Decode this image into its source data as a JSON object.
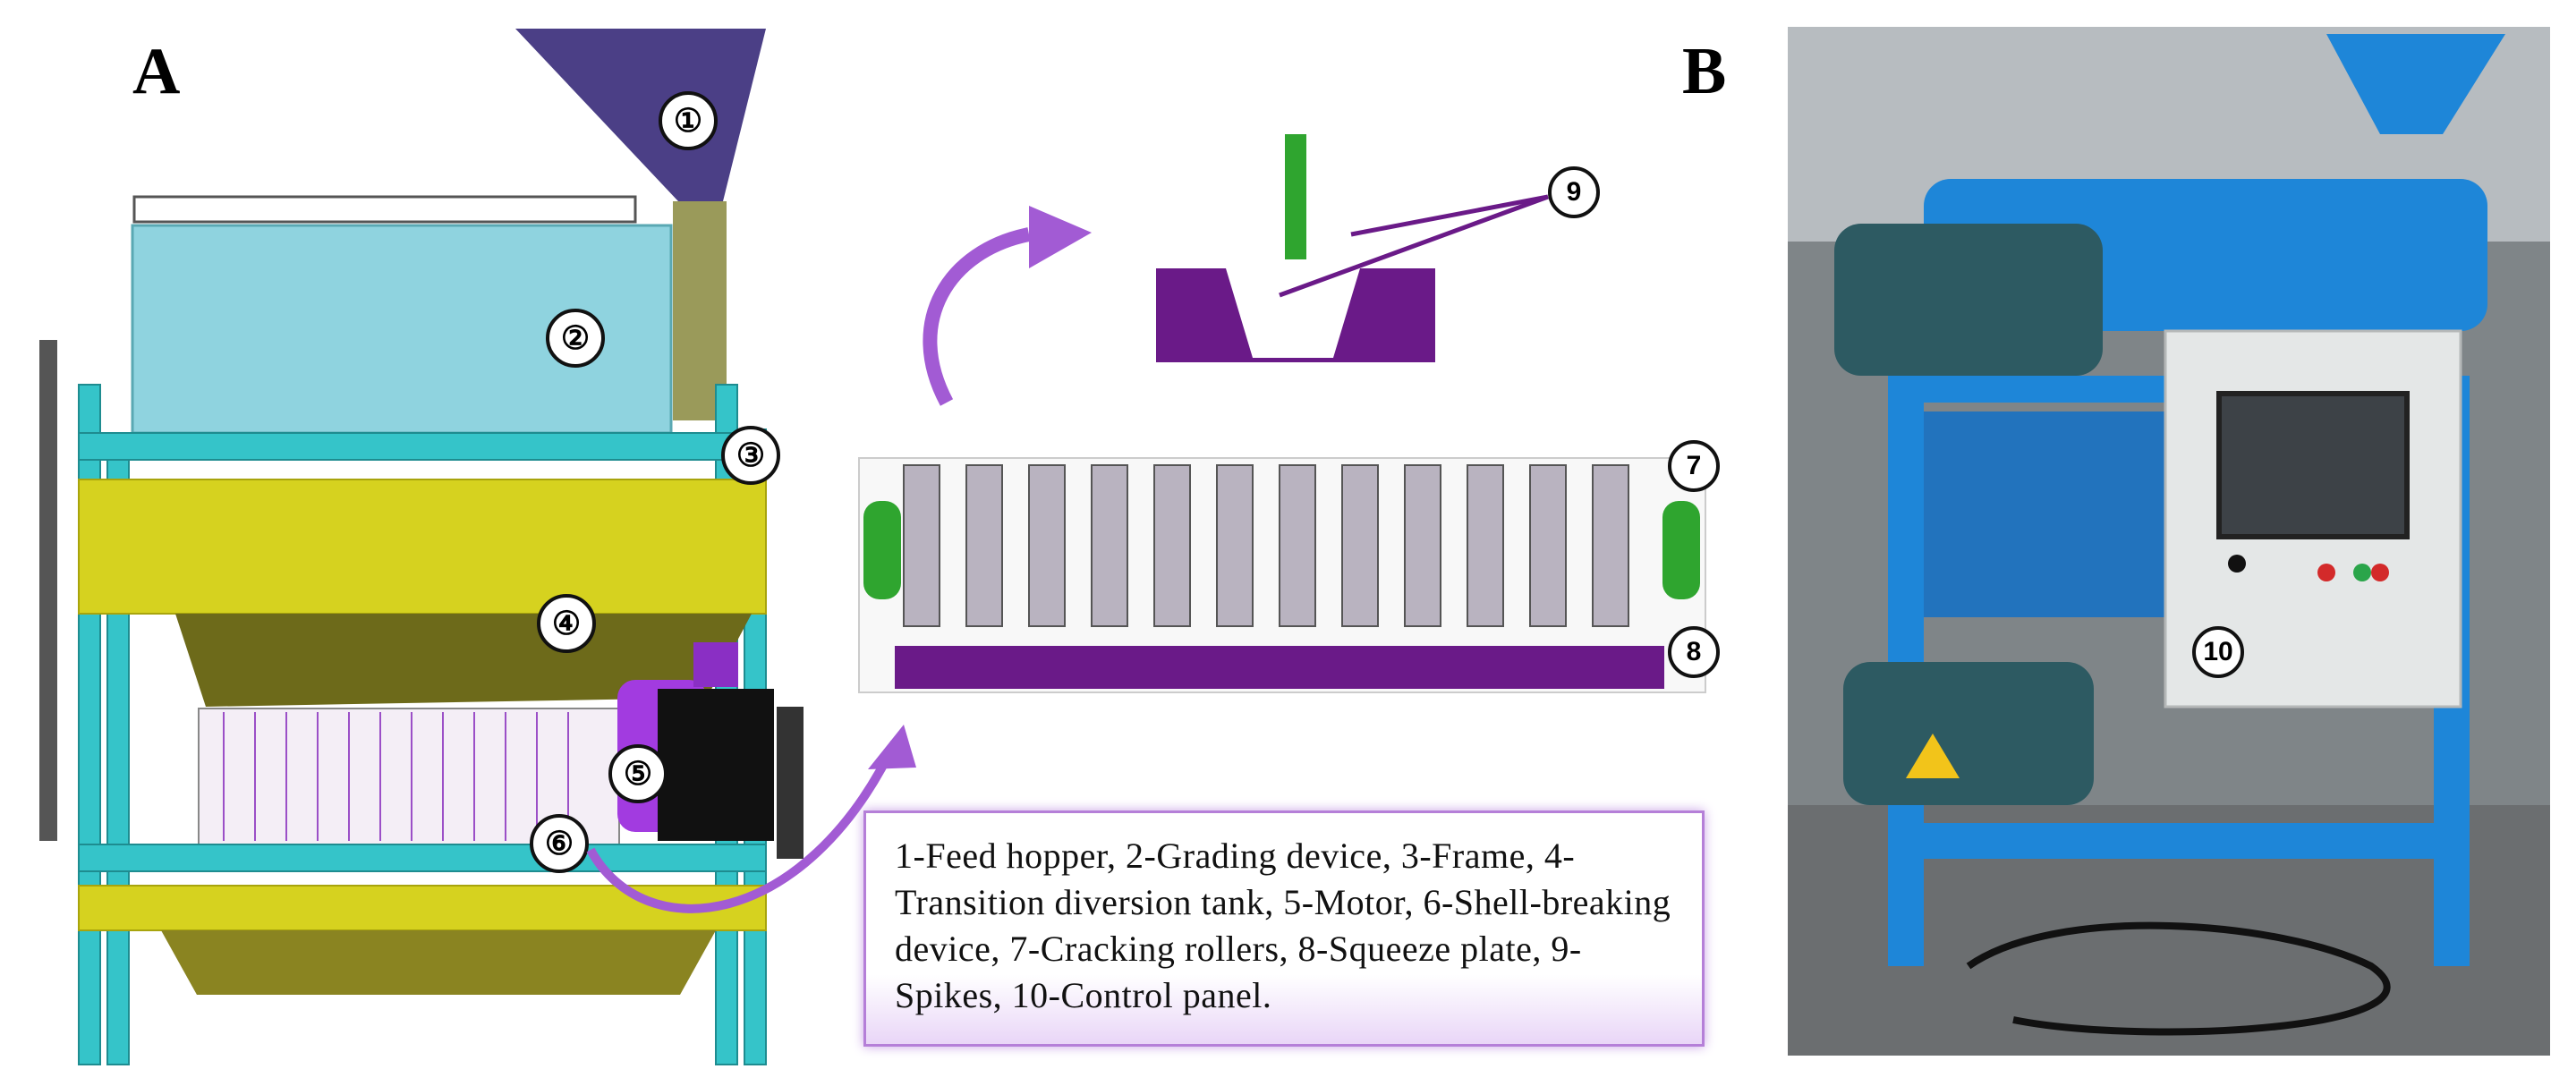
{
  "panels": {
    "left_label": "A",
    "right_label": "B"
  },
  "callouts": {
    "n1": "①",
    "n2": "②",
    "n3": "③",
    "n4": "④",
    "n5": "⑤",
    "n6": "⑥",
    "n7": "7",
    "n8": "8",
    "n9": "9",
    "n10": "10"
  },
  "legend": {
    "text": "1-Feed hopper, 2-Grading device, 3-Frame, 4-Transition diversion tank, 5-Motor, 6-Shell-breaking device, 7-Cracking rollers, 8-Squeeze plate, 9-Spikes, 10-Control panel."
  },
  "colors": {
    "hopper": "#4b3f86",
    "grading_drum": "#8fd3df",
    "frame": "#35c4c9",
    "tank": "#d6d21f",
    "motor": "#a23be0",
    "roller_shaft": "#2fa52f",
    "squeeze_plate": "#6a1a88",
    "arrow": "#a25bd4",
    "machine_blue": "#1e86d8"
  },
  "icons": [
    "curved-arrow-icon",
    "warning-triangle-icon"
  ]
}
